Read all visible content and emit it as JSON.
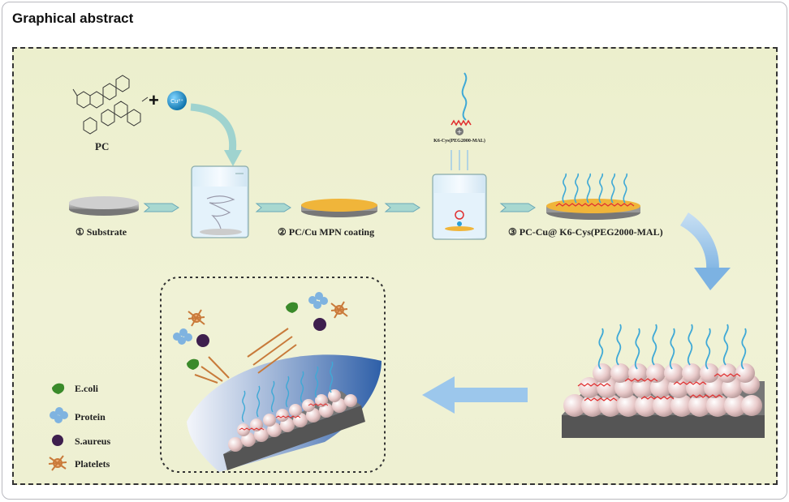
{
  "header": {
    "title": "Graphical abstract"
  },
  "reactants": {
    "pc_label": "PC",
    "plus": "+",
    "cu_label": "Cu²⁺"
  },
  "steps": [
    {
      "label": "① Substrate"
    },
    {
      "label": "② PC/Cu MPN coating"
    },
    {
      "label": "③ PC-Cu@ K6-Cys(PEG2000-MAL)"
    }
  ],
  "peptide": {
    "label": "K6-Cys(PEG2000-MAL)",
    "charge": "+"
  },
  "legend": [
    {
      "label": "E.coli",
      "icon": "ecoli-icon"
    },
    {
      "label": "Protein",
      "icon": "protein-icon"
    },
    {
      "label": "S.aureus",
      "icon": "s-aureus-icon"
    },
    {
      "label": "Platelets",
      "icon": "platelet-icon"
    }
  ],
  "colors": {
    "panel_bg": "#eef0d2",
    "arrow": "#8fb8e0",
    "coating": "#f0b53a",
    "peg": "#3fa9d6",
    "peptide": "#e03030"
  }
}
